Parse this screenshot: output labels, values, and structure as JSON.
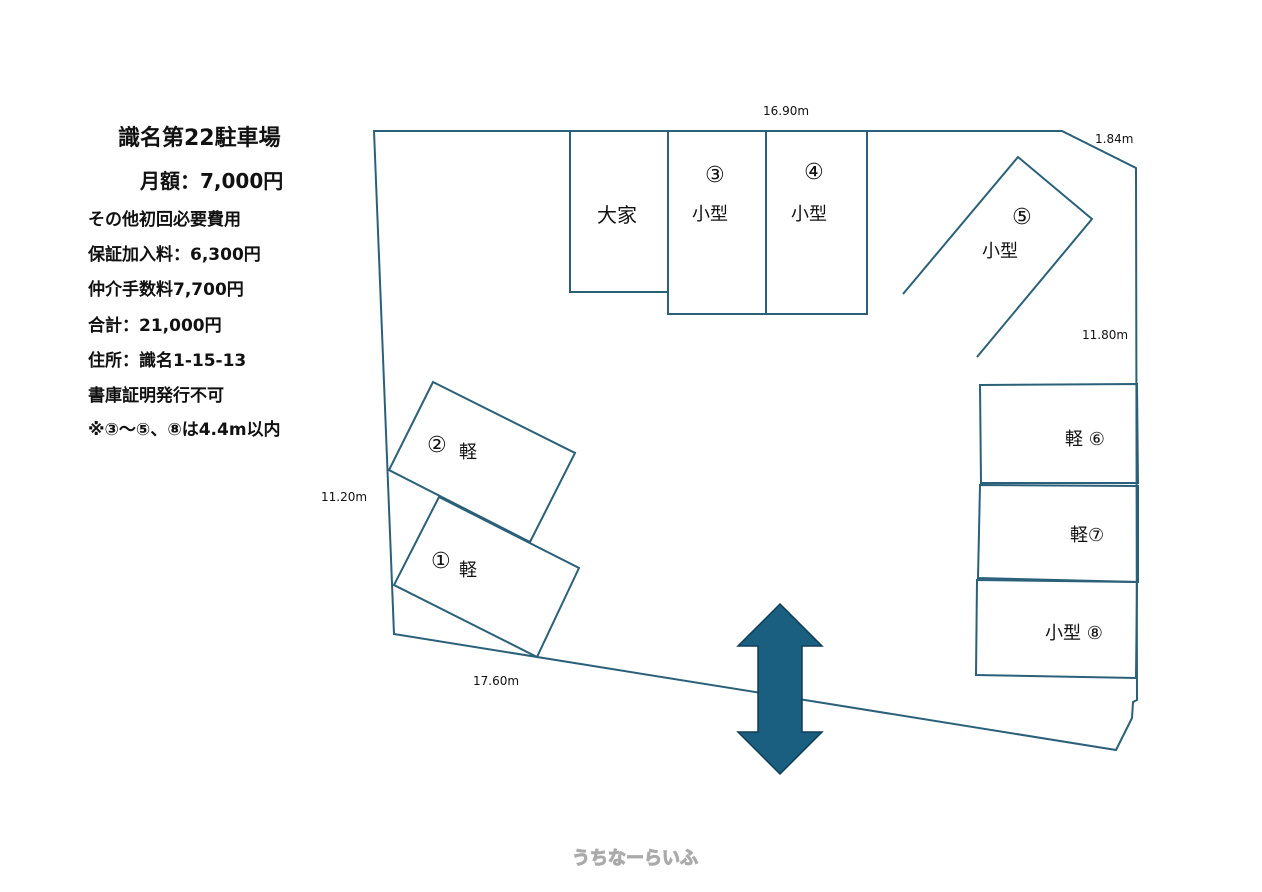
{
  "info": {
    "title": "識名第22駐車場",
    "monthly": "月額：7,000円",
    "lines": [
      "その他初回必要費用",
      "保証加入料：6,300円",
      "仲介手数料7,700円",
      "合計：21,000円",
      "住所：識名1-15-13",
      "書庫証明発行不可",
      "※③～⑤、⑧は4.4m以内"
    ]
  },
  "dimensions": {
    "top": "16.90m",
    "top_right": "1.84m",
    "right": "11.80m",
    "left": "11.20m",
    "bottom": "17.60m"
  },
  "spaces": {
    "owner": "大家",
    "s3_num": "③",
    "s3_type": "小型",
    "s4_num": "④",
    "s4_type": "小型",
    "s5_num": "⑤",
    "s5_type": "小型",
    "s6": "軽 ⑥",
    "s7": "軽⑦",
    "s8": "小型 ⑧",
    "s2_num": "②",
    "s2_type": "軽",
    "s1_num": "①",
    "s1_type": "軽"
  },
  "colors": {
    "line": "#2a6079",
    "arrow": "#1a5e80"
  },
  "watermark": "うちなーらいふ"
}
